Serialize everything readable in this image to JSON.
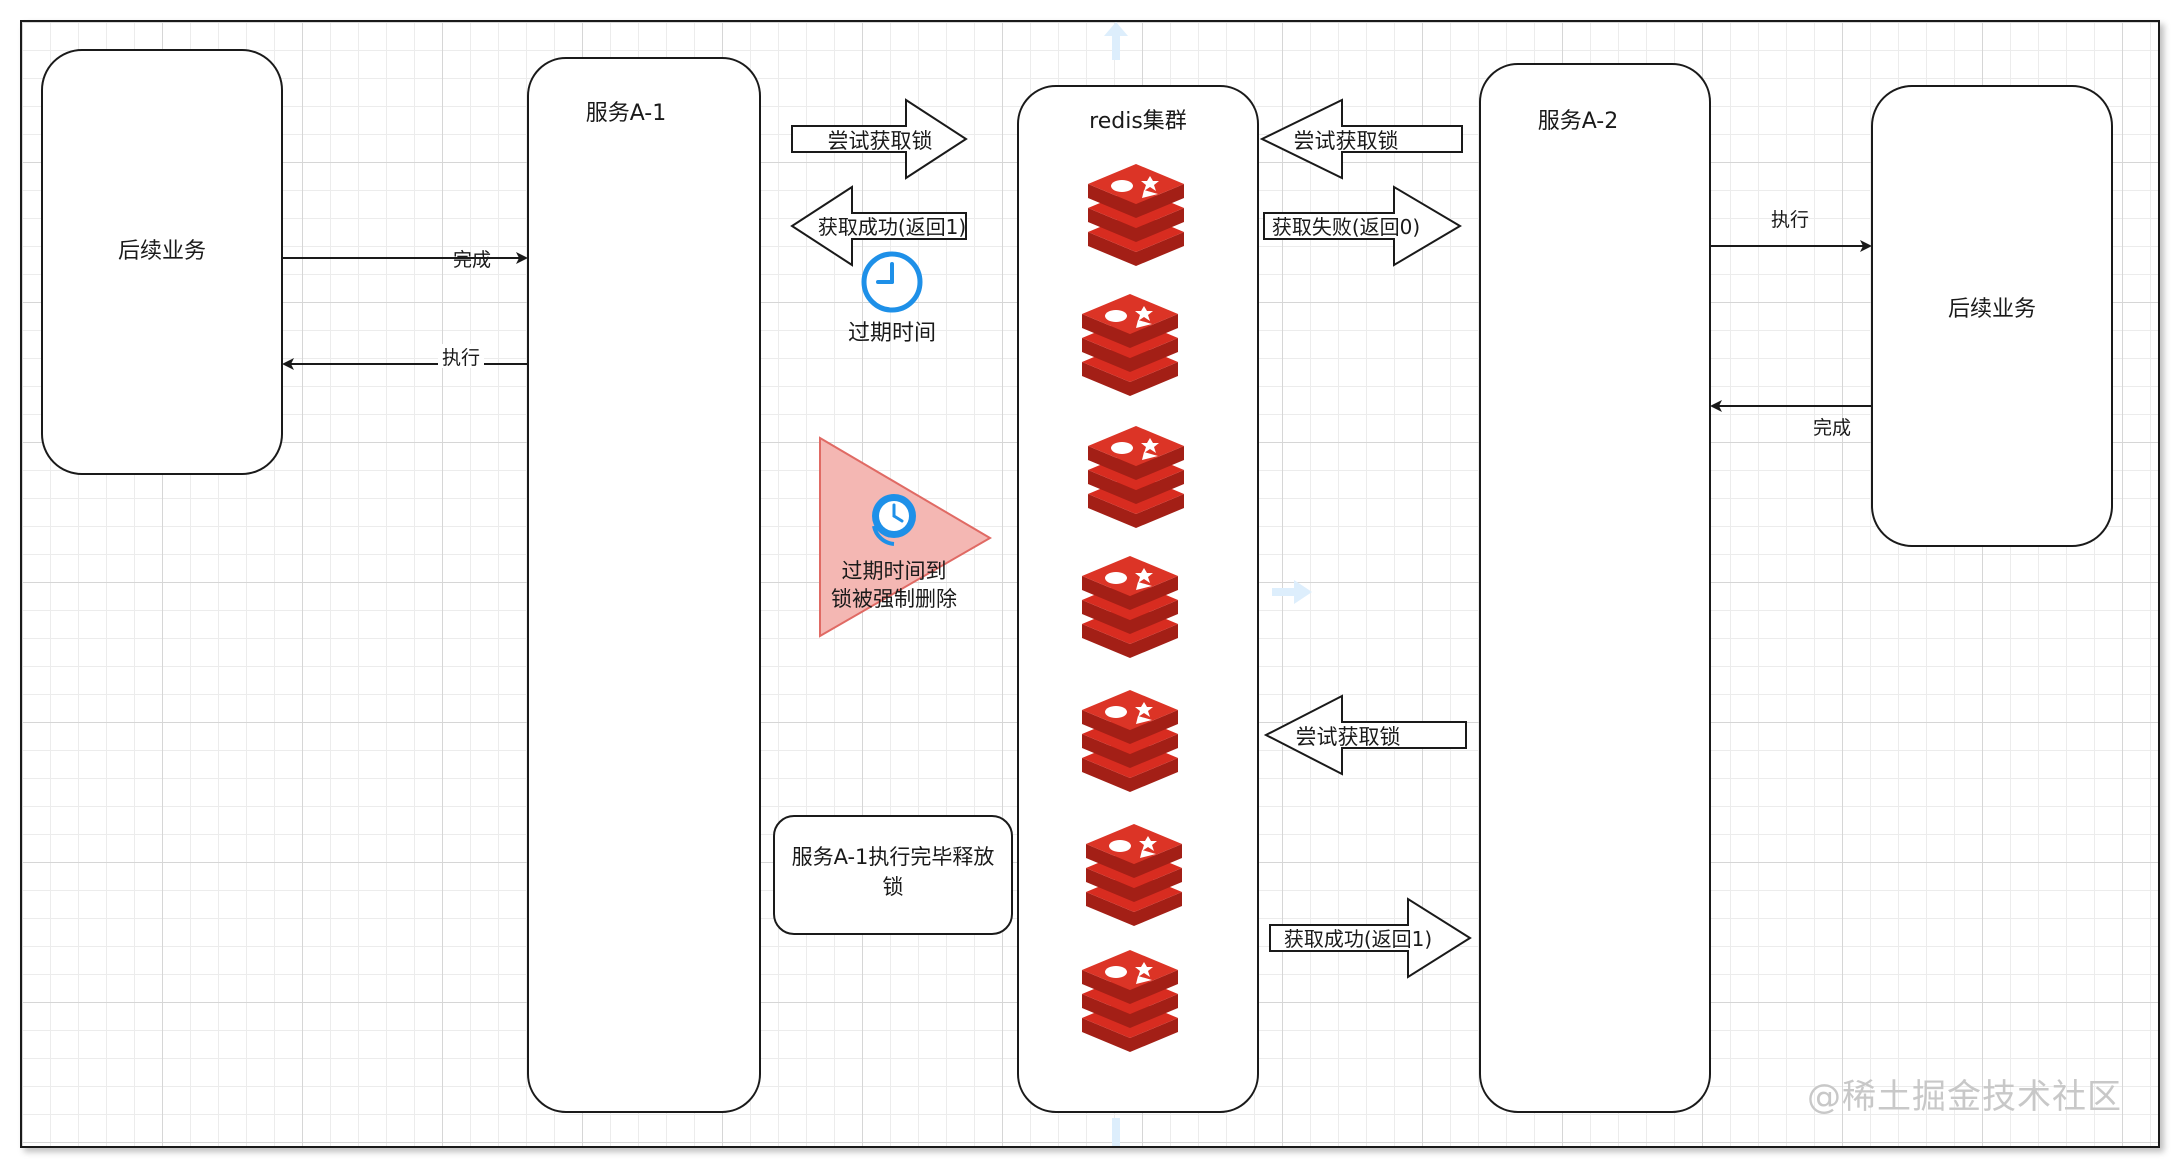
{
  "boxes": {
    "left_followup": "后续业务",
    "service_a1": "服务A-1",
    "redis_cluster": "redis集群",
    "service_a2": "服务A-2",
    "right_followup": "后续业务",
    "release_note": "服务A-1执行完毕释放锁"
  },
  "edges": {
    "left_done": "完成",
    "left_exec": "执行",
    "right_exec": "执行",
    "right_done": "完成"
  },
  "arrows": {
    "a1_try_lock": "尝试获取锁",
    "a1_lock_success": "获取成功(返回1)",
    "a2_try_lock_1": "尝试获取锁",
    "a2_lock_fail": "获取失败(返回0)",
    "a2_try_lock_2": "尝试获取锁",
    "a2_lock_success": "获取成功(返回1)"
  },
  "annotations": {
    "expire_time": "过期时间",
    "expire_line1": "过期时间到",
    "expire_line2": "锁被强制删除"
  },
  "watermark": "@稀土掘金技术社区",
  "colors": {
    "redis_red": "#d82c20",
    "clock_blue": "#1e90e8",
    "warning_fill": "#f4b7b3",
    "warning_stroke": "#e06a64"
  },
  "icons": [
    "redis-icon",
    "clock-icon",
    "clock-refresh-icon"
  ]
}
